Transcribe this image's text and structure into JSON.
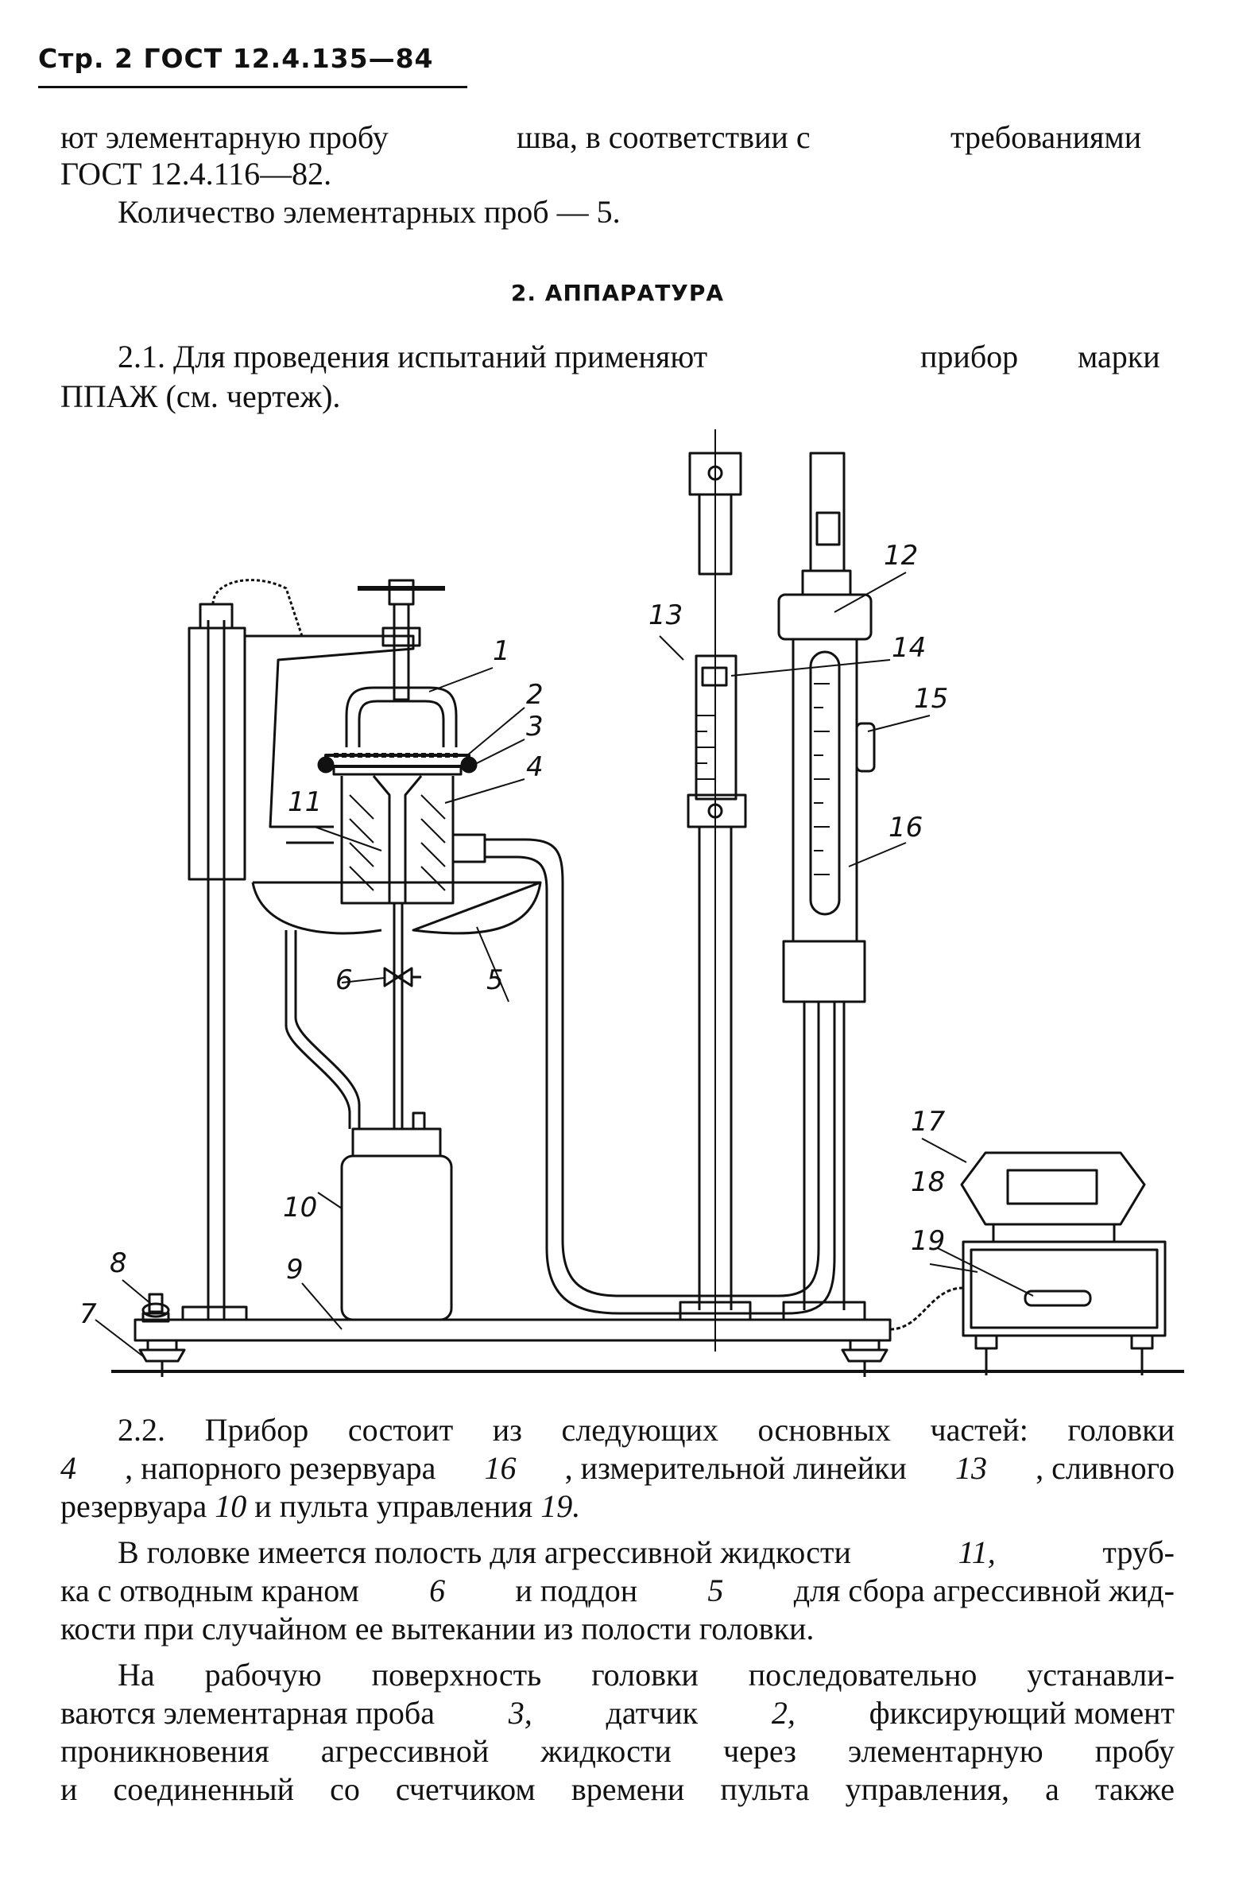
{
  "header": {
    "text": "Стр. 2  ГОСТ 12.4.135—84"
  },
  "intro": {
    "l1a": "ют элементарную пробу",
    "l1b": "шва, в соответствии с",
    "l1c": "требованиями",
    "l2": "ГОСТ 12.4.116—82.",
    "l3": "Количество элементарных проб — 5."
  },
  "section": {
    "title": "2. АППАРАТУРА"
  },
  "p21": {
    "l1a": "2.1. Для проведения испытаний применяют",
    "l1b": "прибор",
    "l1c": "марки",
    "l2": "ППАЖ (см. чертеж)."
  },
  "figure": {
    "labels": [
      "1",
      "2",
      "3",
      "4",
      "5",
      "6",
      "7",
      "8",
      "9",
      "10",
      "11",
      "12",
      "13",
      "14",
      "15",
      "16",
      "17",
      "18",
      "19"
    ]
  },
  "p22": {
    "l1": "2.2. Прибор состоит из следующих основных частей: головки",
    "l2a": "4",
    "l2b": ", напорного резервуара ",
    "l2c": "16",
    "l2d": ", измерительной линейки ",
    "l2e": "13",
    "l2f": ", сливного",
    "l3a": "резервуара ",
    "l3b": "10",
    "l3c": " и пульта управления ",
    "l3d": "19."
  },
  "p23": {
    "l1a": "В головке имеется полость для агрессивной жидкости ",
    "l1b": "11,",
    "l1c": " труб-",
    "l2a": "ка с отводным краном ",
    "l2b": "6",
    "l2c": " и поддон ",
    "l2d": "5",
    "l2e": " для сбора агрессивной жид-",
    "l3": "кости при случайном ее вытекании из полости головки."
  },
  "p24": {
    "l1": "На рабочую поверхность головки последовательно устанавли-",
    "l2a": "ваются элементарная проба ",
    "l2b": "3,",
    "l2c": " датчик ",
    "l2d": "2,",
    "l2e": " фиксирующий  момент",
    "l3": "проникновения агрессивной жидкости через элементарную пробу",
    "l4": "и соединенный со счетчиком времени пульта управления, а также"
  }
}
